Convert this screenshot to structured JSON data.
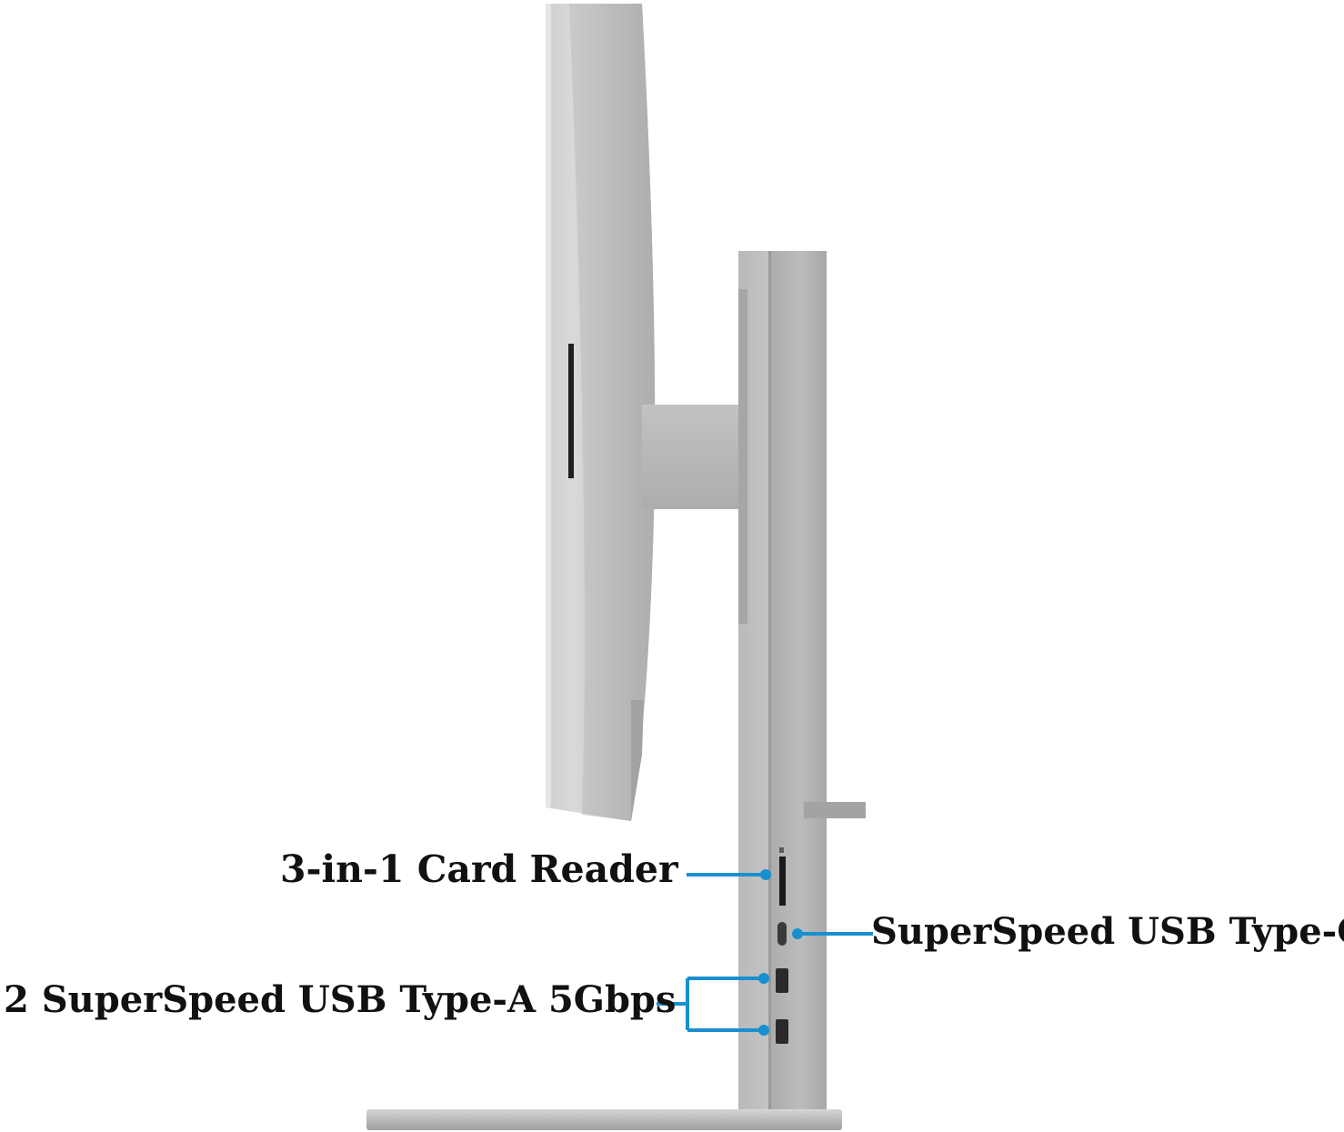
{
  "callouts": {
    "card_reader": "3-in-1 Card Reader",
    "usb_c": "SuperSpeed USB Type-C",
    "usb_a": "2 SuperSpeed USB Type-A 5Gbps"
  },
  "colors": {
    "callout_line": "#1a8fcf",
    "label_text": "#111111",
    "body_silver": "#b8b8b8",
    "background": "#ffffff"
  },
  "product": {
    "view": "side-view",
    "monitor": "monitor-side-profile",
    "stand": "height-adjustable-stand"
  }
}
